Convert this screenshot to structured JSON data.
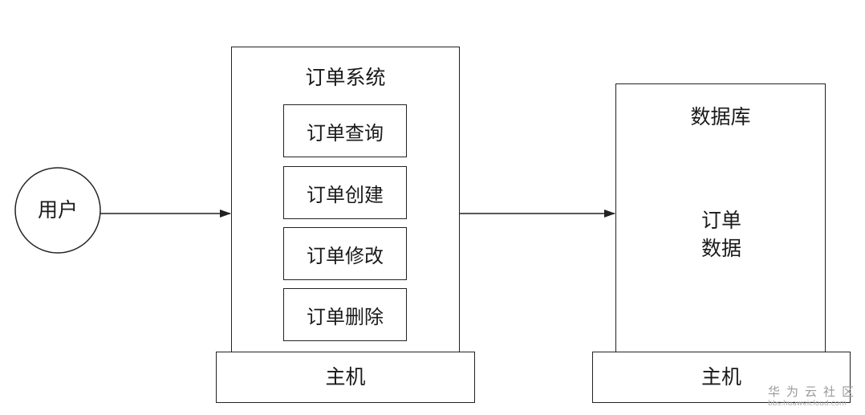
{
  "user": {
    "label": "用户"
  },
  "order_system": {
    "title": "订单系统",
    "functions": [
      "订单查询",
      "订单创建",
      "订单修改",
      "订单删除"
    ],
    "host_label": "主机"
  },
  "database": {
    "title": "数据库",
    "document_label": [
      "订单",
      "数据"
    ],
    "host_label": "主机"
  },
  "watermark": {
    "brand": "华为云社区",
    "url": "bbs.huaweicloud.com"
  }
}
